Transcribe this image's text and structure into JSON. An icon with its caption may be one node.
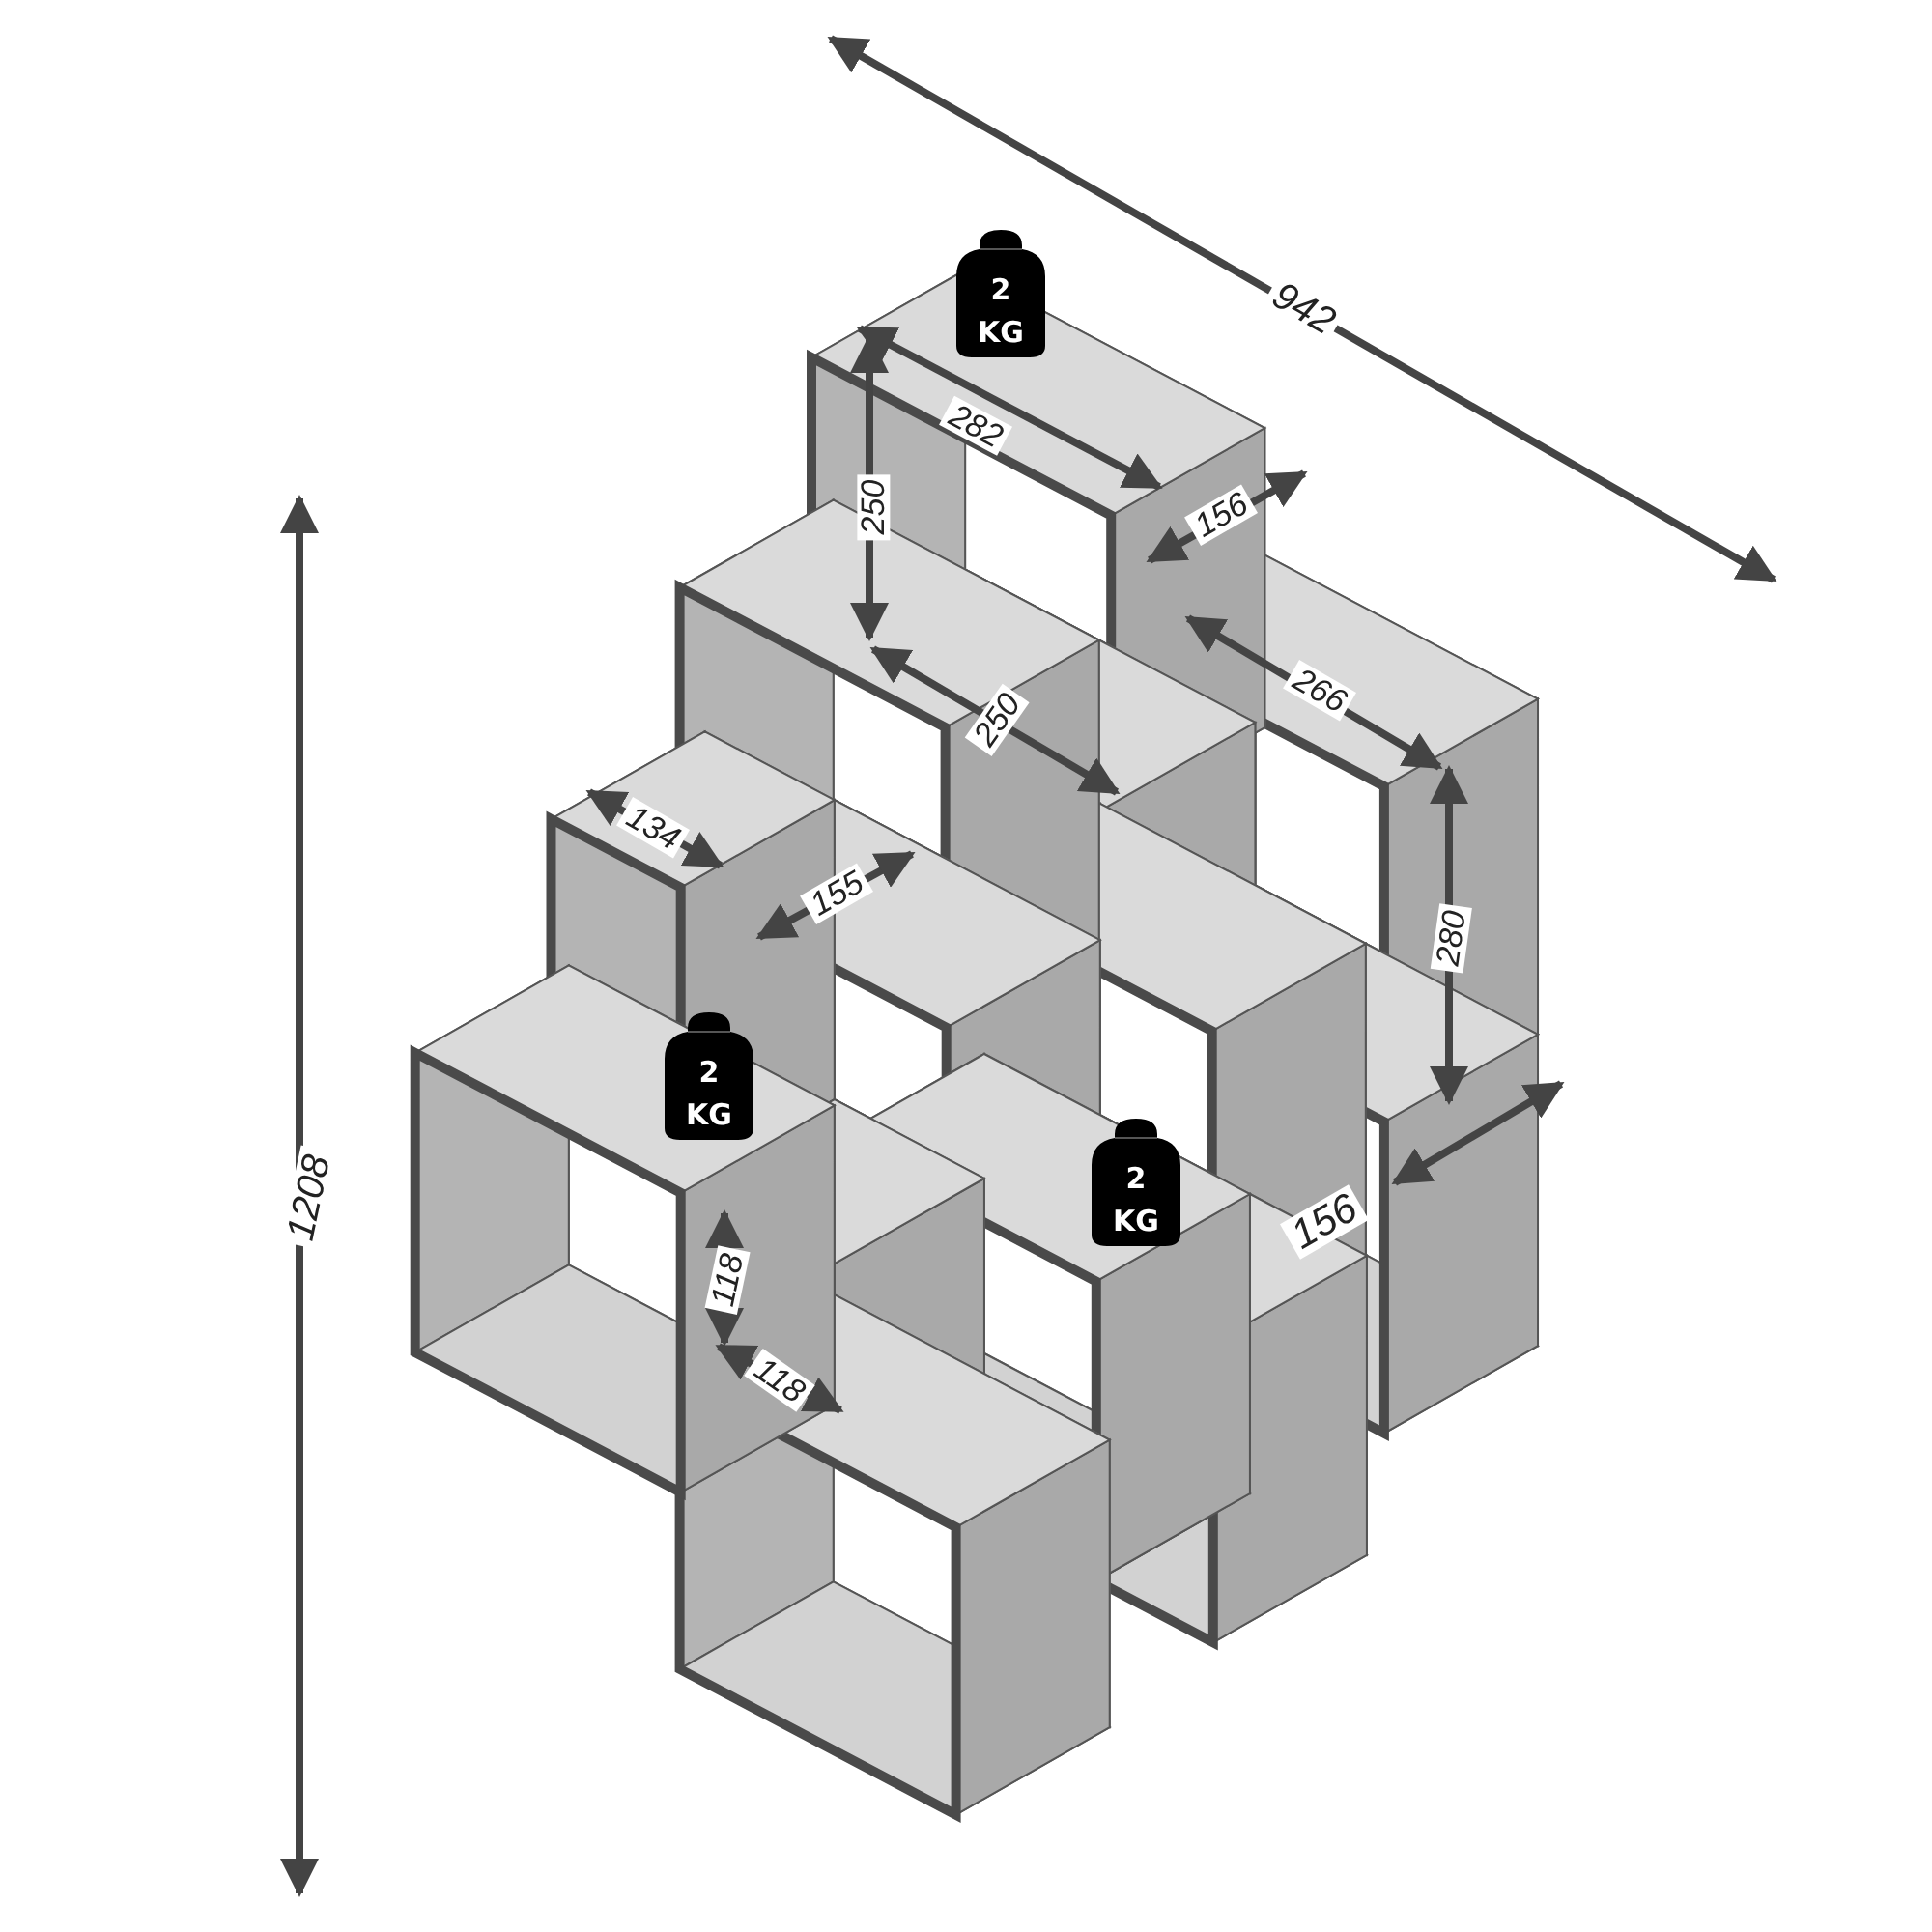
{
  "diagram": {
    "nodes": [
      {
        "text": [
          "2 KG"
        ]
      },
      {
        "text": [
          "2 KG"
        ]
      },
      {
        "text": [
          "2 KG"
        ]
      }
    ],
    "labels": [
      "942",
      "282",
      "250",
      "156",
      "266",
      "250",
      "134",
      "155",
      "280",
      "1208",
      "156",
      "118",
      "118"
    ]
  }
}
